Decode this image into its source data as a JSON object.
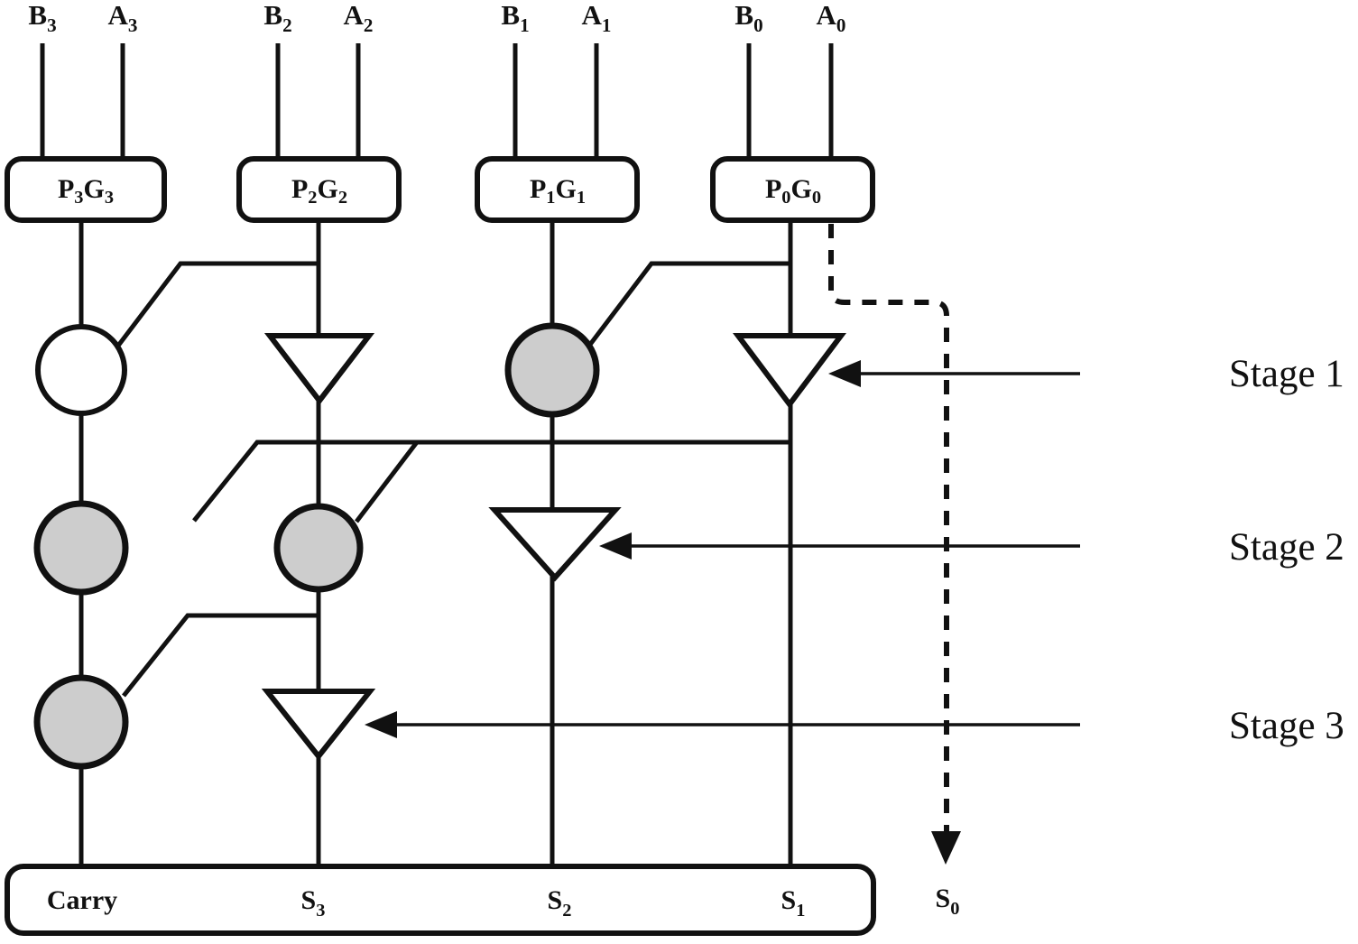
{
  "diagram": {
    "title_present": false,
    "type": "4-bit parallel prefix adder logic diagram",
    "colors": {
      "line": "#111111",
      "node_gray_fill": "#cdcdcd",
      "node_white_fill": "#ffffff",
      "background": "#ffffff"
    }
  },
  "inputs": [
    {
      "b_label": "B",
      "b_sub": "3",
      "a_label": "A",
      "a_sub": "3"
    },
    {
      "b_label": "B",
      "b_sub": "2",
      "a_label": "A",
      "a_sub": "2"
    },
    {
      "b_label": "B",
      "b_sub": "1",
      "a_label": "A",
      "a_sub": "1"
    },
    {
      "b_label": "B",
      "b_sub": "0",
      "a_label": "A",
      "a_sub": "0"
    }
  ],
  "pg_boxes": [
    {
      "p": "P",
      "p_sub": "3",
      "g": "G",
      "g_sub": "3"
    },
    {
      "p": "P",
      "p_sub": "2",
      "g": "G",
      "g_sub": "2"
    },
    {
      "p": "P",
      "p_sub": "1",
      "g": "G",
      "g_sub": "1"
    },
    {
      "p": "P",
      "p_sub": "0",
      "g": "G",
      "g_sub": "0"
    }
  ],
  "stages": [
    {
      "label": "Stage 1"
    },
    {
      "label": "Stage 2"
    },
    {
      "label": "Stage 3"
    }
  ],
  "stage_nodes": {
    "stage1": [
      {
        "column": 3,
        "shape": "circle",
        "fill": "white"
      },
      {
        "column": 2,
        "shape": "triangle",
        "fill": "white"
      },
      {
        "column": 1,
        "shape": "circle",
        "fill": "gray"
      },
      {
        "column": 0,
        "shape": "triangle",
        "fill": "white"
      }
    ],
    "stage2": [
      {
        "column": 3,
        "shape": "circle",
        "fill": "gray"
      },
      {
        "column": 2,
        "shape": "circle",
        "fill": "gray"
      },
      {
        "column": 1,
        "shape": "triangle",
        "fill": "white"
      }
    ],
    "stage3": [
      {
        "column": 3,
        "shape": "circle",
        "fill": "gray"
      },
      {
        "column": 2,
        "shape": "triangle",
        "fill": "white"
      }
    ]
  },
  "outputs": {
    "bar_items": [
      {
        "label": "Carry",
        "sub": ""
      },
      {
        "label": "S",
        "sub": "3"
      },
      {
        "label": "S",
        "sub": "2"
      },
      {
        "label": "S",
        "sub": "1"
      }
    ],
    "external": {
      "label": "S",
      "sub": "0",
      "connector": "dashed-arrow"
    }
  }
}
